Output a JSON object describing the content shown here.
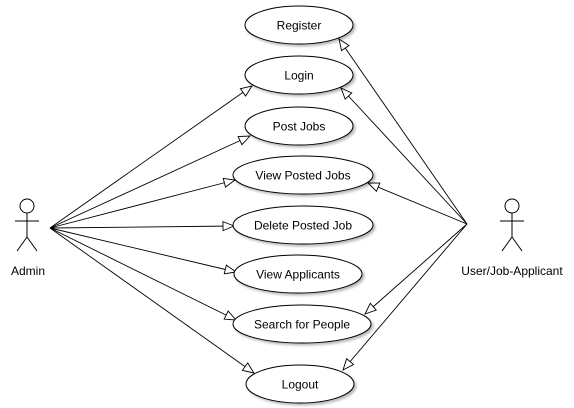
{
  "diagram": {
    "actors": [
      {
        "id": "admin",
        "label": "Admin"
      },
      {
        "id": "applicant",
        "label": "User/Job-Applicant"
      }
    ],
    "use_cases": [
      {
        "id": "register",
        "label": "Register"
      },
      {
        "id": "login",
        "label": "Login"
      },
      {
        "id": "post_jobs",
        "label": "Post Jobs"
      },
      {
        "id": "view_posted_jobs",
        "label": "View Posted Jobs"
      },
      {
        "id": "delete_posted_job",
        "label": "Delete Posted Job"
      },
      {
        "id": "view_applicants",
        "label": "View Applicants"
      },
      {
        "id": "search_for_people",
        "label": "Search for People"
      },
      {
        "id": "logout",
        "label": "Logout"
      }
    ],
    "associations": [
      {
        "from": "admin",
        "to": "login"
      },
      {
        "from": "admin",
        "to": "post_jobs"
      },
      {
        "from": "admin",
        "to": "view_posted_jobs"
      },
      {
        "from": "admin",
        "to": "delete_posted_job"
      },
      {
        "from": "admin",
        "to": "view_applicants"
      },
      {
        "from": "admin",
        "to": "search_for_people"
      },
      {
        "from": "admin",
        "to": "logout"
      },
      {
        "from": "applicant",
        "to": "register"
      },
      {
        "from": "applicant",
        "to": "login"
      },
      {
        "from": "applicant",
        "to": "view_posted_jobs"
      },
      {
        "from": "applicant",
        "to": "search_for_people"
      },
      {
        "from": "applicant",
        "to": "logout"
      }
    ]
  }
}
